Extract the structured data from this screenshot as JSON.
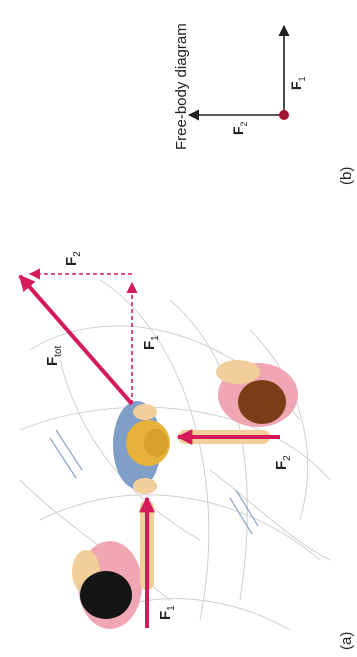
{
  "panel_a": {
    "label": "(a)",
    "force_labels": {
      "f1_main": "F",
      "f1_main_sub": "1",
      "f2_main": "F",
      "f2_main_sub": "2",
      "f1_triangle": "F",
      "f1_triangle_sub": "1",
      "f2_triangle": "F",
      "f2_triangle_sub": "2",
      "ftot": "F",
      "ftot_sub": "tot"
    }
  },
  "panel_b": {
    "label": "(b)",
    "title": "Free-body diagram",
    "f1": "F",
    "f1_sub": "1",
    "f2": "F",
    "f2_sub": "2"
  },
  "colors": {
    "force_arrow": "#d6195b",
    "fbd_arrow": "#222222",
    "point": "#a3122e",
    "head_black": "#141414",
    "head_blonde": "#e6b23a",
    "head_brown": "#7a3e16",
    "shirt_pink": "#f0a7b3",
    "shirt_blue": "#7f9fc9",
    "skin": "#f2cf9a"
  }
}
